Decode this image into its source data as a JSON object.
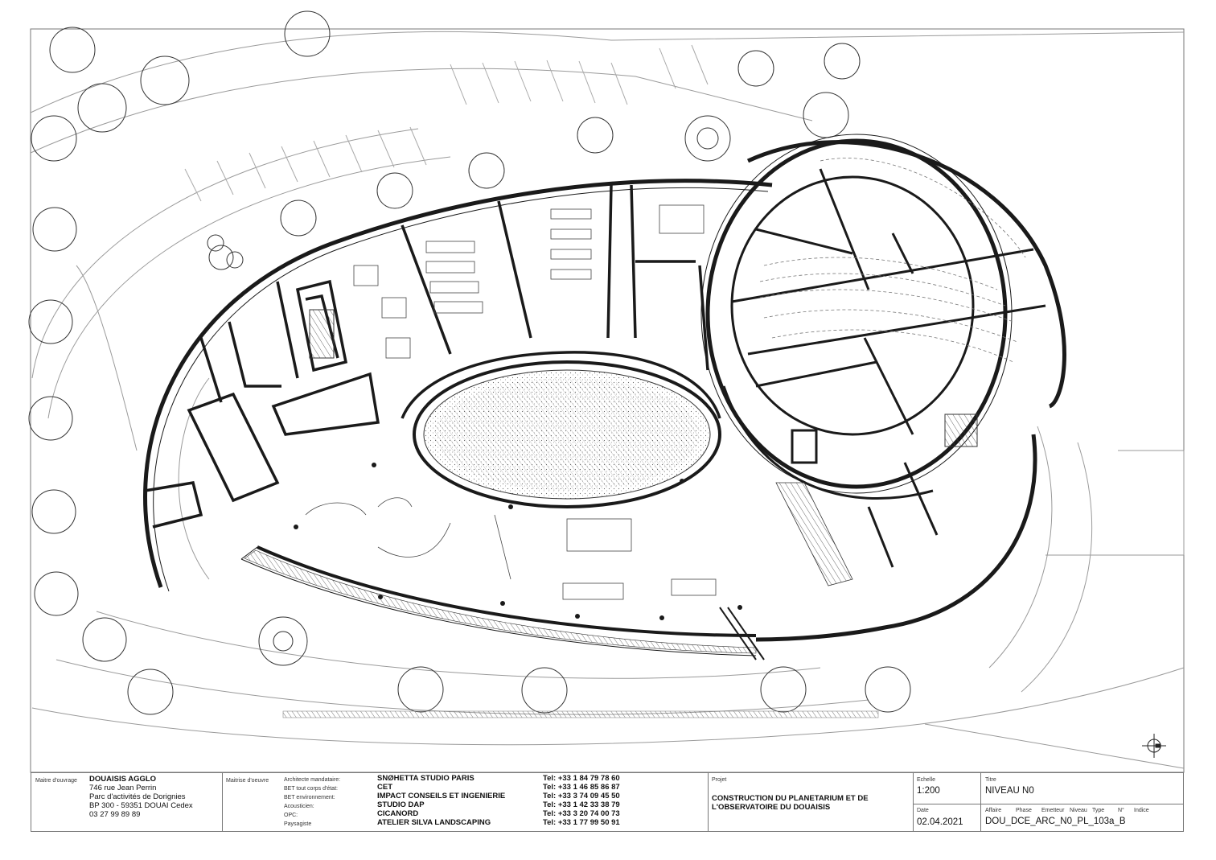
{
  "title_block": {
    "owner_label": "Maitre d'ouvrage",
    "owner_name": "DOUAISIS AGGLO",
    "owner_address": [
      "746 rue Jean Perrin",
      "Parc d'activités de Dorignies",
      "BP 300 - 59351 DOUAI Cedex",
      "03 27 99 89 89"
    ],
    "moe_label": "Maitrise d'oeuvre",
    "team": [
      {
        "role": "Architecte mandataire:",
        "name": "SNØHETTA  STUDIO PARIS",
        "tel": "Tel: +33 1 84 79 78 60"
      },
      {
        "role": "BET tout corps d'état:",
        "name": "CET",
        "tel": "Tel: +33 1 46 85 86 87"
      },
      {
        "role": "BET environnement:",
        "name": "IMPACT CONSEILS ET INGENIERIE",
        "tel": "Tel: +33 3 74 09 45 50"
      },
      {
        "role": "Acousticien:",
        "name": "STUDIO DAP",
        "tel": "Tel: +33 1 42 33 38 79"
      },
      {
        "role": "OPC:",
        "name": "CICANORD",
        "tel": "Tel: +33 3 20 74 00 73"
      },
      {
        "role": "Paysagiste",
        "name": "ATELIER SILVA LANDSCAPING",
        "tel": "Tel: +33 1 77 99 50 91"
      }
    ],
    "project_label": "Projet",
    "project_name": [
      "CONSTRUCTION DU PLANETARIUM ET DE",
      "L'OBSERVATOIRE DU DOUAISIS"
    ],
    "scale_label": "Echelle",
    "scale": "1:200",
    "date_label": "Date",
    "date": "02.04.2021",
    "title_label": "Titre",
    "title": "NIVEAU N0",
    "code_headers": [
      "Affaire",
      "Phase",
      "Emetteur",
      "Niveau",
      "Type",
      "N°",
      "Indice"
    ],
    "code": "DOU_DCE_ARC_N0_PL_103a_B"
  },
  "icons": {
    "north_arrow": "north-arrow-icon",
    "tree": "tree-icon"
  },
  "colors": {
    "line": "#222222",
    "light_line": "#9a9a9a",
    "wall": "#1a1a1a"
  }
}
